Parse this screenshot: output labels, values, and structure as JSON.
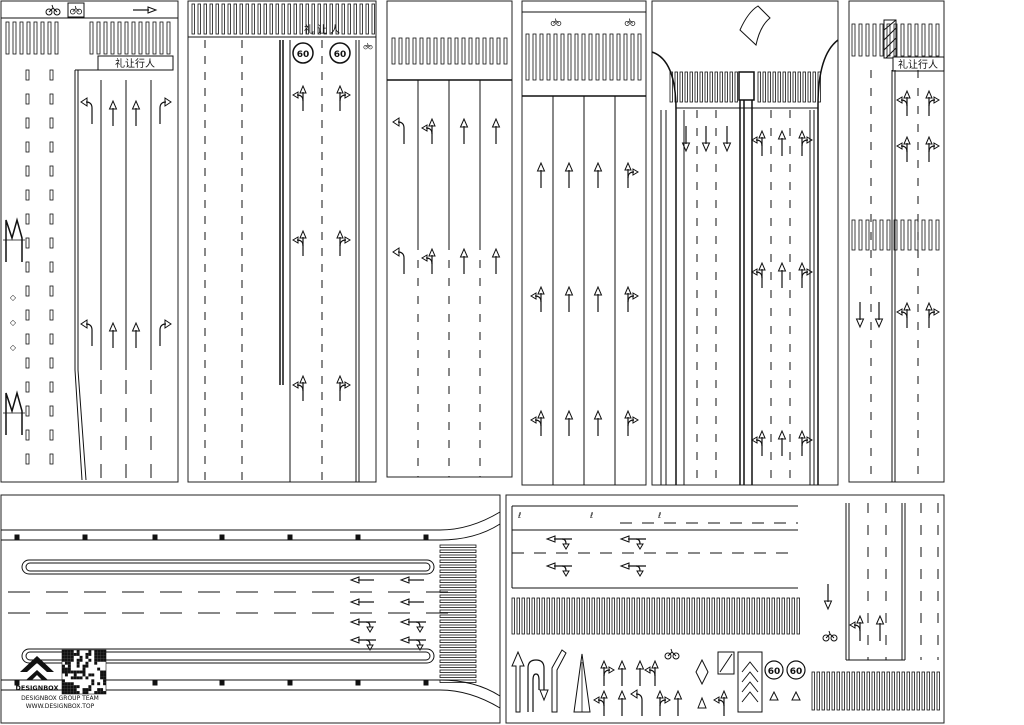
{
  "panel_labels": {
    "yield_sign_1": "礼让行人",
    "yield_sign_2": "礼让行人",
    "yield_sign_top": "礼 让 人"
  },
  "speed_markings": [
    "60",
    "60",
    "60",
    "60"
  ],
  "logo": {
    "name": "DESIGNBOX",
    "team": "DESIGNBOX GROUP TEAM",
    "url": "WWW.DESIGNBOX.TOP"
  },
  "icons": [
    "bicycle-icon",
    "lane-arrow-icon",
    "speed-limit-icon",
    "qr-code-icon",
    "logo-icon"
  ],
  "colors": {
    "line": "#111111",
    "background": "#ffffff"
  }
}
